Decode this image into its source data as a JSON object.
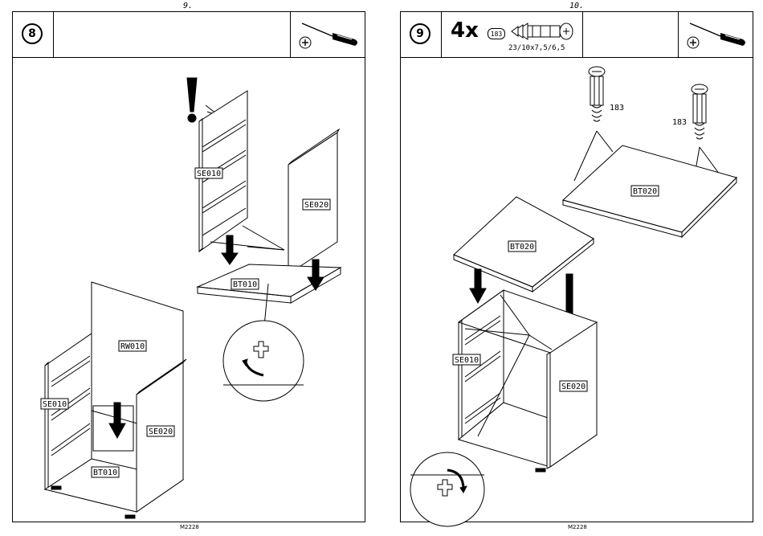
{
  "pages": [
    {
      "page_number": "9.",
      "step": "8",
      "labels": {
        "se010_top": "SE010",
        "se020_top": "SE020",
        "bt010_top": "BT010",
        "rw010": "RW010",
        "se010_bottom": "SE010",
        "se020_bottom": "SE020",
        "bt010_bottom": "BT010"
      },
      "footer": "M2228"
    },
    {
      "page_number": "10.",
      "step": "9",
      "quantity": "4x",
      "part_number": "183",
      "dimensions": "23/10x7,5/6,5",
      "labels": {
        "dowel_left": "183",
        "dowel_right": "183",
        "bt020_top": "BT020",
        "bt020_mid": "BT020",
        "se010": "SE010",
        "se020": "SE020"
      },
      "footer": "M2228"
    }
  ],
  "icons": [
    "screwdriver-icon",
    "phillips-screw-icon",
    "exclamation-icon",
    "rotation-arrow-icon"
  ]
}
